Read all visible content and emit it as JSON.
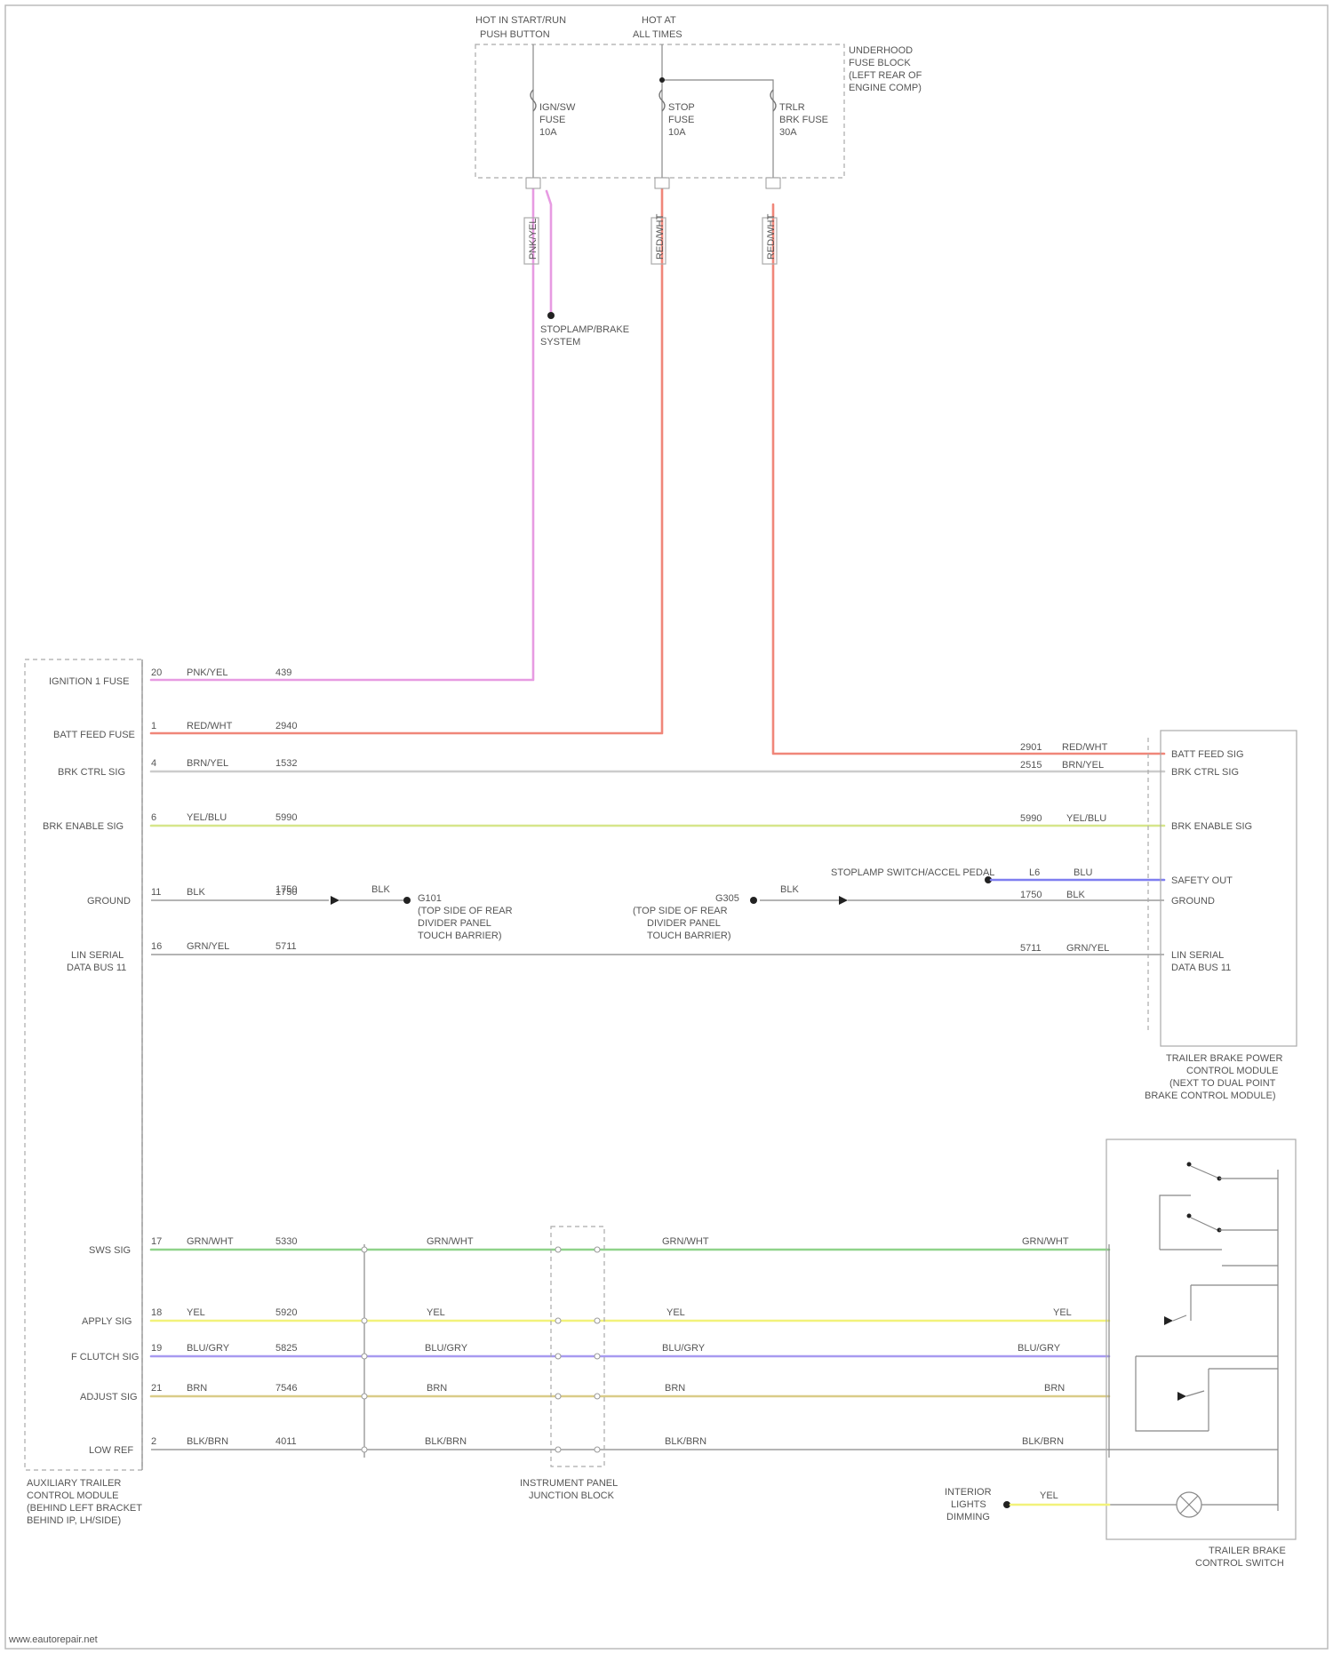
{
  "diagram": {
    "fuse_box_top_left": [
      "HOT IN START/RUN",
      "PUSH BUTTON"
    ],
    "fuse_box_top_mid": [
      "HOT AT",
      "ALL TIMES"
    ],
    "fuse_box_side_label": [
      "UNDERHOOD",
      "FUSE BLOCK",
      "(LEFT REAR OF",
      "ENGINE COMP)"
    ],
    "fuses": [
      {
        "label": [
          "IGN/SW",
          "FUSE",
          "10A"
        ]
      },
      {
        "label": [
          "STOP",
          "FUSE",
          "10A"
        ]
      },
      {
        "label": [
          "TRLR",
          "BRK FUSE",
          "30A"
        ]
      }
    ],
    "vertical_wire_labels": [
      "PNK/YEL",
      "RED/WHT",
      "RED/WHT"
    ],
    "splice_label": [
      "STOPLAMP/BRAKE",
      "SYSTEM"
    ],
    "left_module_pins": [
      {
        "pin": "20",
        "label": "IGNITION 1 FUSE",
        "color_code": "PNK/YEL",
        "circuit": "439"
      },
      {
        "pin": "1",
        "label": "BATT FEED FUSE",
        "color_code": "RED/WHT",
        "circuit": "2940"
      },
      {
        "pin": "4",
        "label": "BRK CTRL SIG",
        "color_code": "BRN/YEL",
        "circuit": "1532"
      },
      {
        "pin": "6",
        "label": "BRK ENABLE SIG",
        "color_code": "YEL/BLU",
        "circuit": "5990"
      },
      {
        "pin": "11",
        "label": "GROUND",
        "color_code": "BLK",
        "circuit": "1750"
      },
      {
        "pin": "16",
        "label": [
          "LIN SERIAL",
          "DATA BUS 11"
        ],
        "color_code": "GRN/YEL",
        "circuit": "5711"
      },
      {
        "pin": "17",
        "label": "SWS SIG",
        "color_code": "GRN/WHT",
        "circuit": "5330"
      },
      {
        "pin": "18",
        "label": "APPLY SIG",
        "color_code": "YEL",
        "circuit": "5920"
      },
      {
        "pin": "19",
        "label": "F CLUTCH SIG",
        "color_code": "BLU/GRY",
        "circuit": "5825"
      },
      {
        "pin": "21",
        "label": "ADJUST SIG",
        "color_code": "BRN",
        "circuit": "7546"
      },
      {
        "pin": "2",
        "label": "LOW REF",
        "color_code": "BLK/BRN",
        "circuit": "4011"
      }
    ],
    "left_module_caption": [
      "AUXILIARY TRAILER",
      "CONTROL MODULE",
      "(BEHIND LEFT BRACKET",
      "BEHIND IP, LH/SIDE)"
    ],
    "right_module_pins": [
      {
        "label": "BATT FEED SIG",
        "color_code": "RED/WHT",
        "circuit": "2901"
      },
      {
        "label": "BRK CTRL SIG",
        "color_code": "BRN/YEL",
        "circuit": "2515"
      },
      {
        "label": "BRK ENABLE SIG",
        "color_code": "YEL/BLU",
        "circuit": "5990"
      },
      {
        "label": "SAFETY OUT",
        "color_code": "BLU",
        "circuit": "L6"
      },
      {
        "label": "GROUND",
        "color_code": "BLK",
        "circuit": "1750"
      },
      {
        "label": [
          "LIN SERIAL",
          "DATA BUS 11"
        ],
        "color_code": "GRN/YEL",
        "circuit": "5711"
      }
    ],
    "right_module_caption": [
      "TRAILER BRAKE POWER",
      "CONTROL MODULE",
      "(NEXT TO DUAL POINT",
      "BRAKE CONTROL MODULE)"
    ],
    "ground_left": {
      "id": "G101",
      "color_code": "BLK",
      "label": [
        "G101",
        "(TOP SIDE OF REAR",
        "DIVIDER PANEL",
        "TOUCH BARRIER)"
      ],
      "circuit": "1750"
    },
    "ground_right": {
      "id": "G305",
      "color_code": "BLK",
      "label": [
        "G305",
        "(TOP SIDE OF REAR",
        "DIVIDER PANEL",
        "TOUCH BARRIER)"
      ],
      "circuit": "1750"
    },
    "stoplamp_switch_label": "STOPLAMP SWITCH/ACCEL PEDAL",
    "inline_connector_pins": [
      "X",
      "X",
      "X",
      "X",
      "X"
    ],
    "inline_connector_caption": [
      "INSTRUMENT PANEL",
      "JUNCTION BLOCK"
    ],
    "trailer_switch_caption": [
      "TRAILER BRAKE",
      "CONTROL SWITCH"
    ],
    "ambient_label": [
      "INTERIOR",
      "LIGHTS",
      "DIMMING"
    ],
    "ambient_wire": "YEL",
    "footer": "www.eautorepair.net"
  },
  "colors": {
    "pink": "#e79be2",
    "red": "#f08679",
    "yellow_green": "#d6e68a",
    "blue": "#7f7ef0",
    "green": "#8fd38a",
    "yellow": "#f2f27a",
    "purple": "#a79af0",
    "tan": "#d9cc88",
    "gray": "#888888"
  }
}
